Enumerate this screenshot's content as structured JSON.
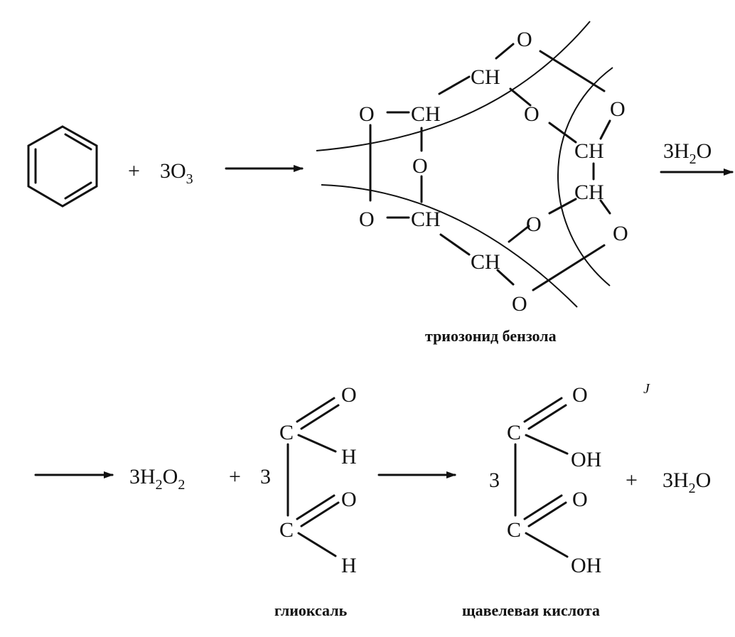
{
  "reaction1": {
    "plus": "+",
    "ozone_coef": "3O",
    "ozone_sub": "3",
    "water_coef": "3H",
    "water_sub": "2",
    "water_o": "O"
  },
  "ozonide": {
    "o": "O",
    "ch": "CH",
    "dash": "–",
    "name": "триозонид бензола"
  },
  "reaction2": {
    "peroxide_h": "3H",
    "peroxide_sub1": "2",
    "peroxide_o": "O",
    "peroxide_sub2": "2",
    "plus": "+",
    "three": "3",
    "c": "C",
    "o": "O",
    "h": "H",
    "oh": "OH",
    "water_h": "3H",
    "water_sub": "2",
    "water_o": "O",
    "stray_mark": "J"
  },
  "captions": {
    "glyoxal": "глиоксаль",
    "oxalic": "щавелевая кислота"
  }
}
